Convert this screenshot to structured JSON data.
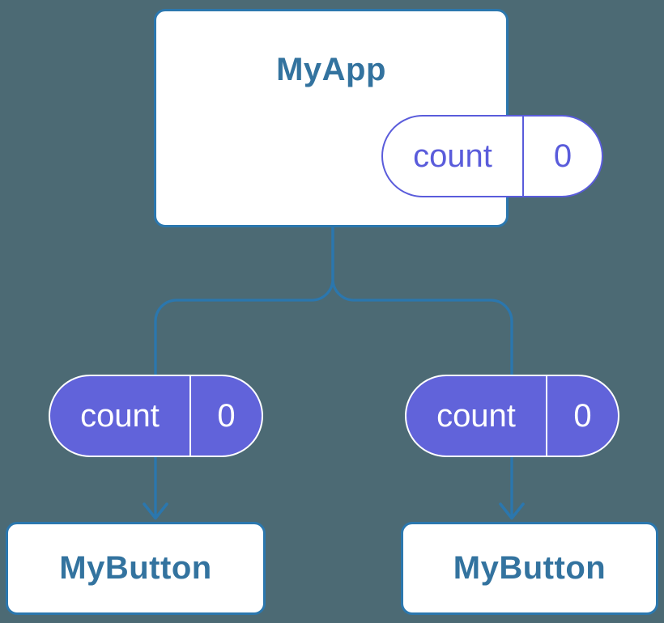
{
  "colors": {
    "background": "#4C6A74",
    "connector": "#2B77AE",
    "card_background": "#FFFFFF",
    "card_border": "#2B77AE",
    "component_label_text": "#33739F",
    "state_pill_fill": "#6163DA",
    "state_pill_outline": "#5A5CDB",
    "state_pill_filled_text": "#FFFFFF"
  },
  "tree": {
    "root": {
      "label": "MyApp",
      "state_pill": {
        "name": "count",
        "value": "0"
      }
    },
    "children": [
      {
        "label": "MyButton",
        "state_pill": {
          "name": "count",
          "value": "0"
        }
      },
      {
        "label": "MyButton",
        "state_pill": {
          "name": "count",
          "value": "0"
        }
      }
    ]
  }
}
